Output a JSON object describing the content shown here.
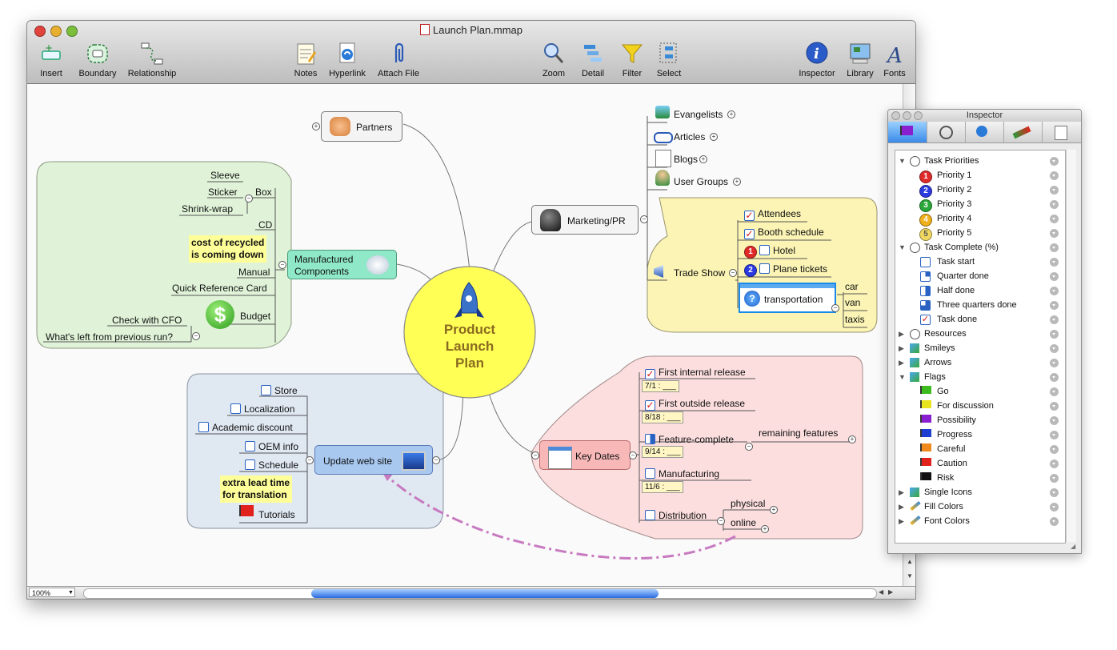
{
  "window": {
    "title": "Launch Plan.mmap"
  },
  "toolbar": {
    "insert": "Insert",
    "boundary": "Boundary",
    "relationship": "Relationship",
    "notes": "Notes",
    "hyperlink": "Hyperlink",
    "attach": "Attach File",
    "zoom": "Zoom",
    "detail": "Detail",
    "filter": "Filter",
    "select": "Select",
    "inspector": "Inspector",
    "library": "Library",
    "fonts": "Fonts"
  },
  "status": {
    "zoom": "100%"
  },
  "map": {
    "central": {
      "line1": "Product",
      "line2": "Launch",
      "line3": "Plan"
    },
    "partners": "Partners",
    "manufactured": {
      "line1": "Manufactured",
      "line2": "Components",
      "box": "Box",
      "sleeve": "Sleeve",
      "sticker": "Sticker",
      "shrink": "Shrink-wrap",
      "cd": "CD",
      "note_line1": "cost of recycled",
      "note_line2": "is coming down",
      "manual": "Manual",
      "qrc": "Quick Reference Card",
      "budget": "Budget",
      "cfo": "Check with CFO",
      "leftover": "What's left from previous run?"
    },
    "marketing": {
      "label": "Marketing/PR",
      "evangelists": "Evangelists",
      "articles": "Articles",
      "blogs": "Blogs",
      "usergroups": "User Groups",
      "tradeshow": "Trade Show",
      "attendees": "Attendees",
      "booth": "Booth schedule",
      "hotel": "Hotel",
      "plane": "Plane tickets",
      "transportation": "transportation",
      "car": "car",
      "van": "van",
      "taxis": "taxis"
    },
    "website": {
      "label": "Update web site",
      "store": "Store",
      "localization": "Localization",
      "academic": "Academic discount",
      "oem": "OEM info",
      "schedule": "Schedule",
      "note_line1": "extra lead time",
      "note_line2": "for translation",
      "tutorials": "Tutorials"
    },
    "keydates": {
      "label": "Key Dates",
      "first_internal": "First internal release",
      "d1": "7/1 : ___",
      "first_outside": "First outside release",
      "d2": "8/18 : ___",
      "feature": "Feature-complete",
      "d3": "9/14 : ___",
      "remaining": "remaining features",
      "manufacturing": "Manufacturing",
      "d4": "11/6 : ___",
      "distribution": "Distribution",
      "physical": "physical",
      "online": "online"
    }
  },
  "inspector": {
    "title": "Inspector",
    "rows": [
      {
        "label": "Task Priorities"
      },
      {
        "label": "Priority 1"
      },
      {
        "label": "Priority 2"
      },
      {
        "label": "Priority 3"
      },
      {
        "label": "Priority 4"
      },
      {
        "label": "Priority 5"
      },
      {
        "label": "Task Complete (%)"
      },
      {
        "label": "Task start"
      },
      {
        "label": "Quarter done"
      },
      {
        "label": "Half done"
      },
      {
        "label": "Three quarters done"
      },
      {
        "label": "Task done"
      },
      {
        "label": "Resources"
      },
      {
        "label": "Smileys"
      },
      {
        "label": "Arrows"
      },
      {
        "label": "Flags"
      },
      {
        "label": "Go"
      },
      {
        "label": "For discussion"
      },
      {
        "label": "Possibility"
      },
      {
        "label": "Progress"
      },
      {
        "label": "Careful"
      },
      {
        "label": "Caution"
      },
      {
        "label": "Risk"
      },
      {
        "label": "Single Icons"
      },
      {
        "label": "Fill Colors"
      },
      {
        "label": "Font Colors"
      }
    ],
    "priority_nums": [
      "1",
      "2",
      "3",
      "4",
      "5"
    ],
    "colors": {
      "go": "#3dbb1f",
      "discussion": "#e8e51e",
      "possibility": "#8a1fd1",
      "progress": "#1f3fd1",
      "careful": "#f08a1c",
      "caution": "#e0211c",
      "risk": "#111111"
    }
  }
}
